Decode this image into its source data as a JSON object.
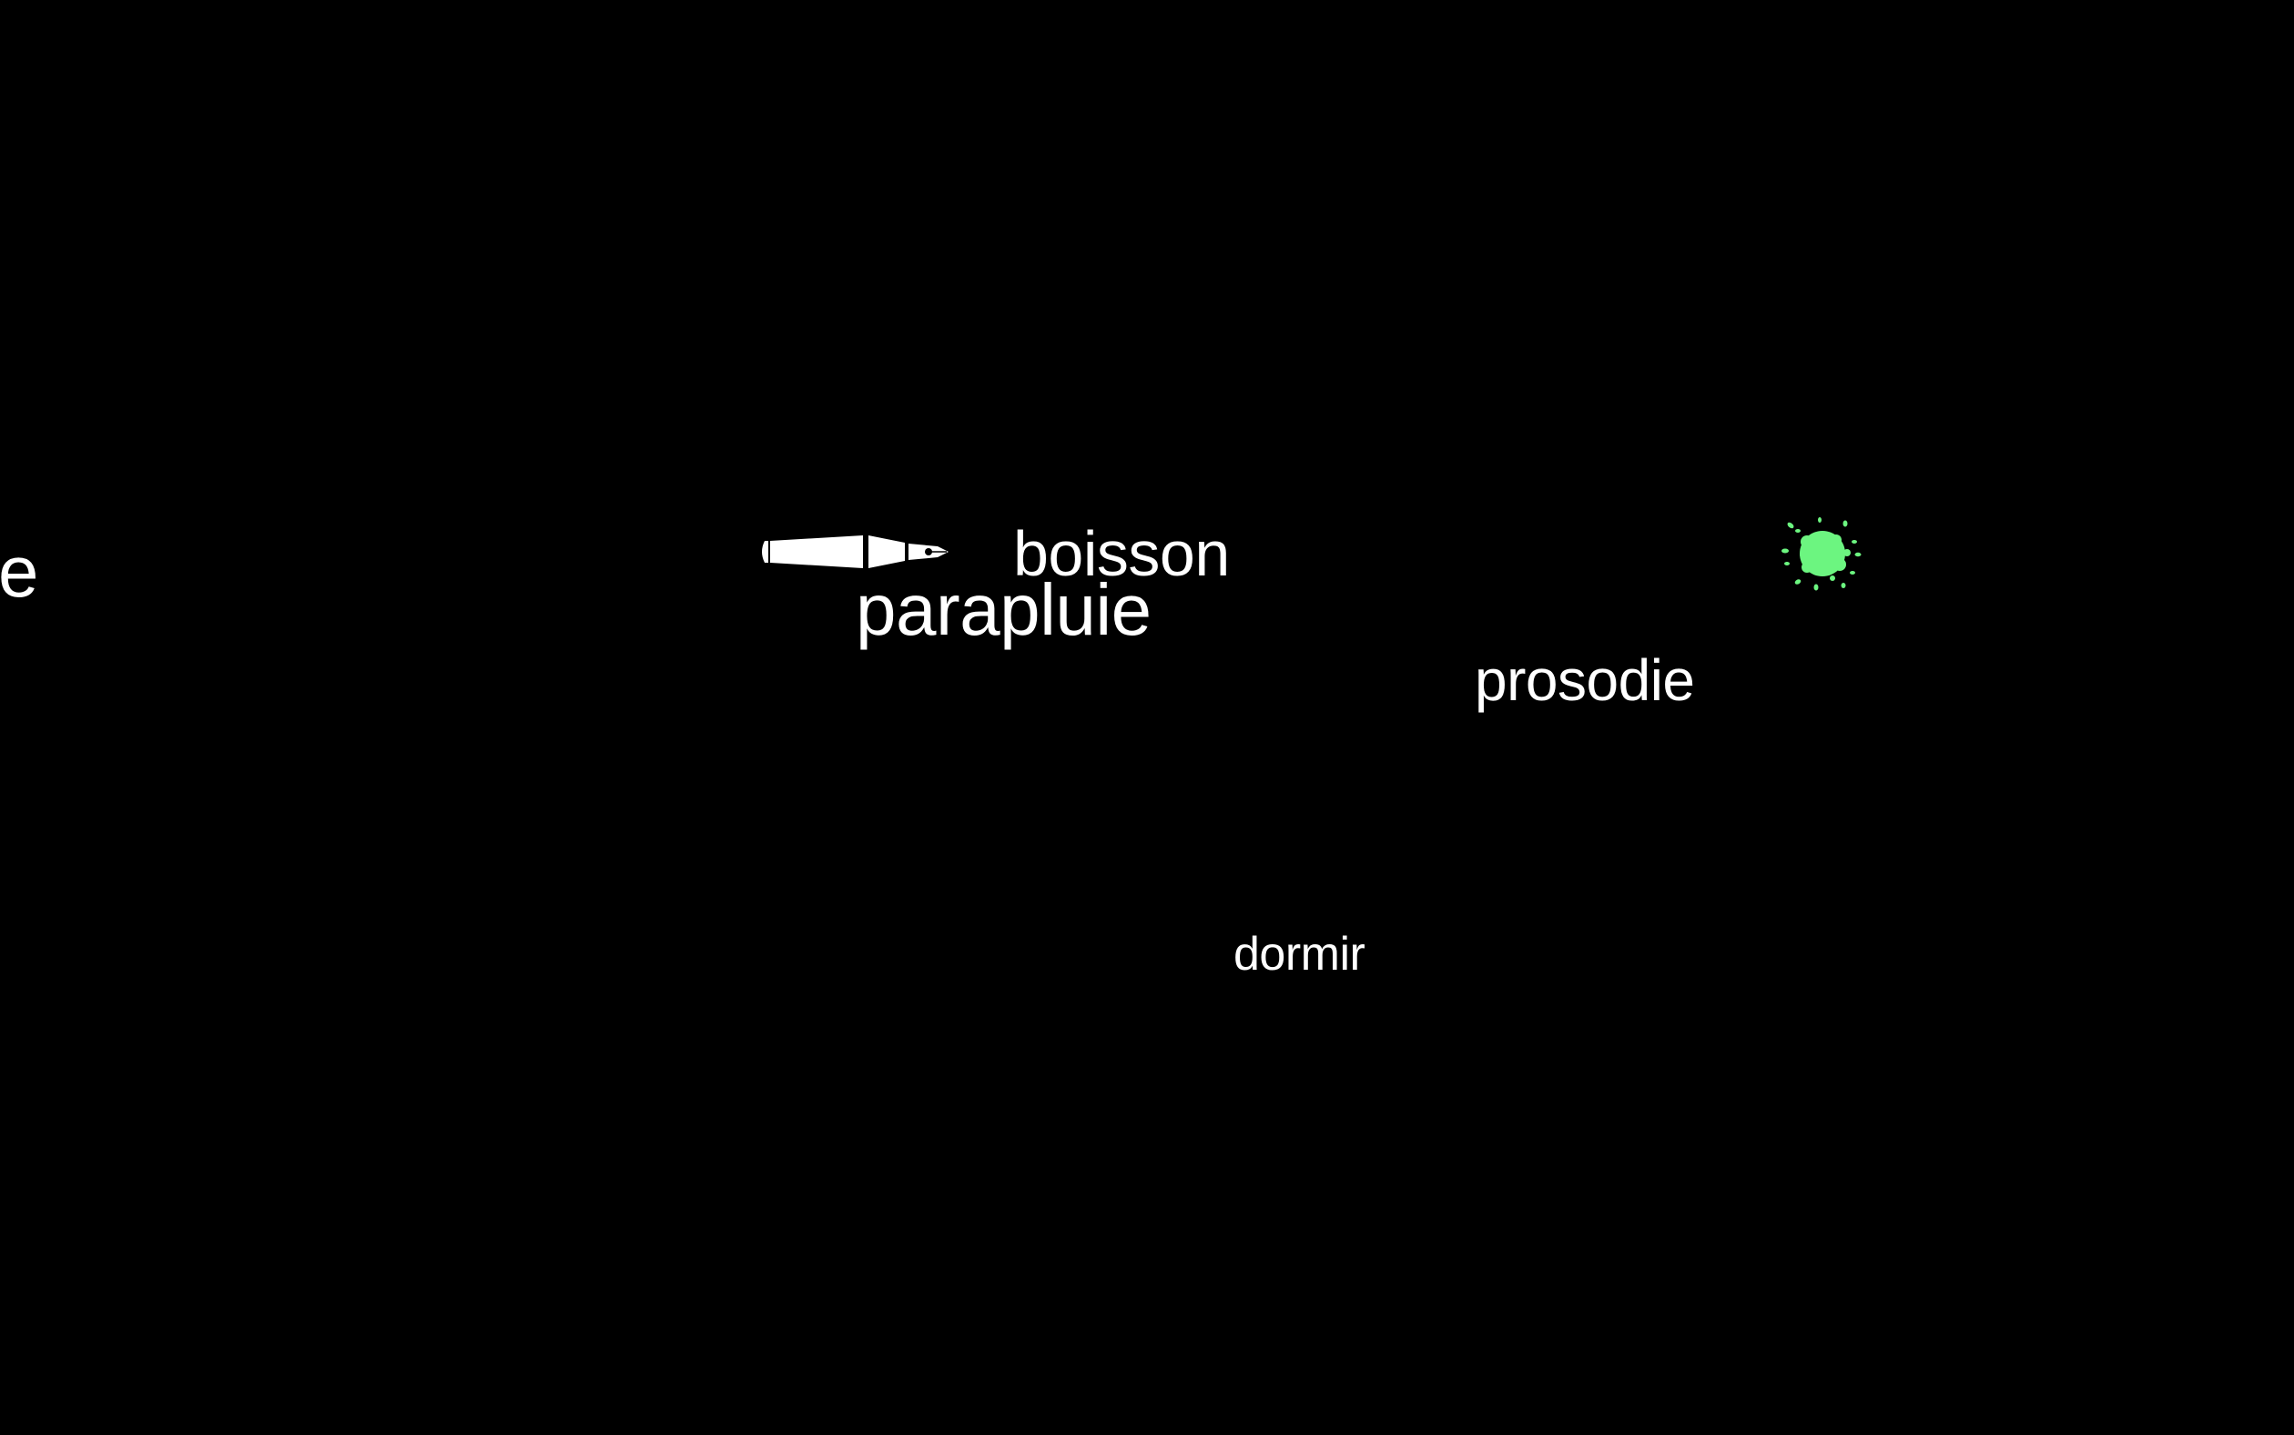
{
  "words": {
    "partial": "e",
    "boisson": "boisson",
    "parapluie": "parapluie",
    "prosodie": "prosodie",
    "dormir": "dormir"
  },
  "icons": {
    "cursor": "fountain-pen-icon",
    "target": "ink-splat-icon"
  },
  "colors": {
    "background": "#000000",
    "text": "#ffffff",
    "splat": "#6cf580"
  }
}
